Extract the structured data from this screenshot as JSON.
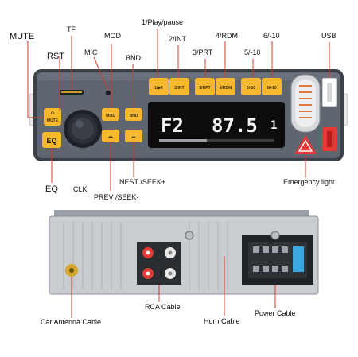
{
  "labels": {
    "mute": "MUTE",
    "tf": "TF",
    "rst": "RST",
    "mic": "MIC",
    "mod": "MOD",
    "bnd": "BND",
    "play_pause": "1/Play/pause",
    "int": "2/INT",
    "prt": "3/PRT",
    "rdm": "4/RDM",
    "minus10": "5/-10",
    "plus10": "6/-10",
    "usb": "USB",
    "eq": "EQ",
    "clk": "CLK",
    "prev_seek": "PREV /SEEK-",
    "next_seek": "NEST /SEEK+",
    "emergency_light": "Emergency light",
    "rca_cable": "RCA Cable",
    "horn_cable": "Horn Cable",
    "power_cable": "Power Cable",
    "antenna_cable": "Car Antenna Cable"
  },
  "buttons": {
    "mute": "MUTE",
    "mod": "MOD",
    "bnd": "BND",
    "eq": "EQ",
    "p1": "1/▶‖",
    "p2": "2/INT",
    "p3": "3/RPT",
    "p4": "4/RDM",
    "p5": "5/-10",
    "p6": "6/+10"
  },
  "display": {
    "band": "F2",
    "frequency": "87.5",
    "preset": "1"
  },
  "colors": {
    "accent": "#f5b82e",
    "faceplate": "#5f6670",
    "lcd": "#0d0d0d",
    "label_line": "#d23b2b",
    "emergency": "#e53935"
  }
}
